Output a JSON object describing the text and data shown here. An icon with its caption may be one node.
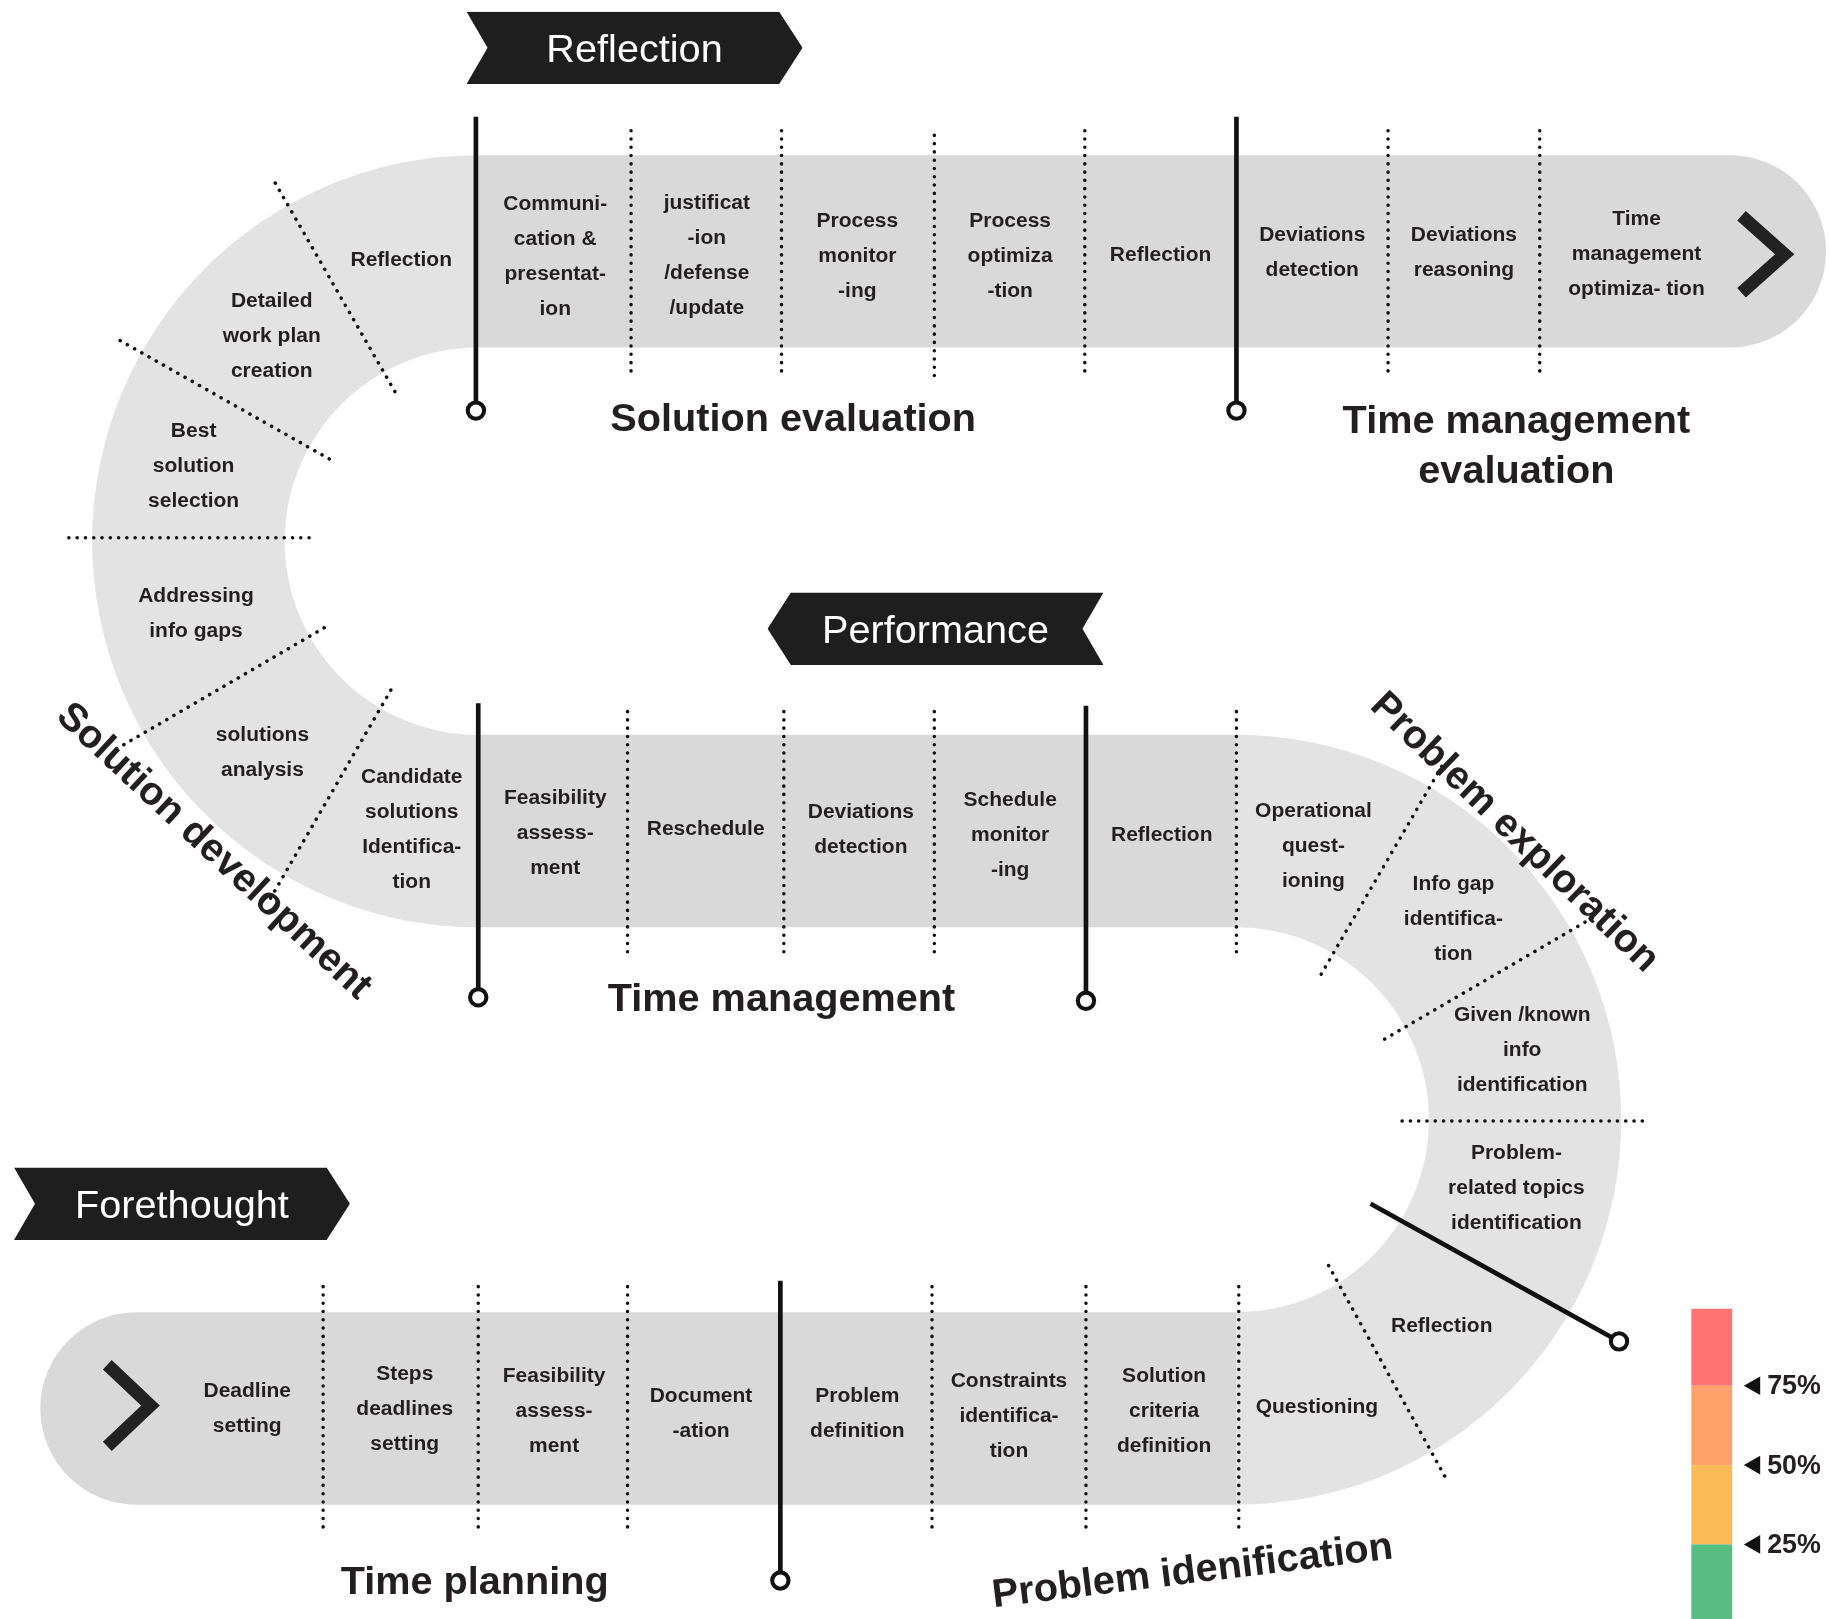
{
  "diagram": {
    "nodes": [
      {
        "text": [
          "Reflection"
        ]
      },
      {
        "text": [
          "Performance"
        ]
      },
      {
        "text": [
          "Forethought"
        ]
      }
    ],
    "labels": [
      "Reflection",
      "Communi- cation & presentat- ion",
      "justificat -ion /defense /update",
      "Process monitor -ing",
      "Process optimiza -tion",
      "Reflection",
      "Deviations detection",
      "Deviations reasoning",
      "Time management optimiza- tion",
      "Detailed work plan creation",
      "Best solution selection",
      "Solution evaluation",
      "Time management evaluation",
      "Addressing info gaps",
      "solutions analysis",
      "Candidate solutions Identifica- tion",
      "Feasibility assess- ment",
      "Reschedule",
      "Deviations detection",
      "Schedule monitor -ing",
      "Reflection",
      "Operational quest- ioning",
      "Info gap identifica- tion",
      "Solution development",
      "Problem exploration",
      "Time management",
      "Given /known info identification",
      "Problem- related topics identification",
      "Reflection",
      "Questioning",
      "Deadline setting",
      "Steps deadlines setting",
      "Feasibility assess- ment",
      "Document -ation",
      "Problem definition",
      "Constraints identifica- tion",
      "Solution criteria definition",
      "75%",
      "50%",
      "25%",
      "Time planning",
      "Problem idenification"
    ]
  }
}
